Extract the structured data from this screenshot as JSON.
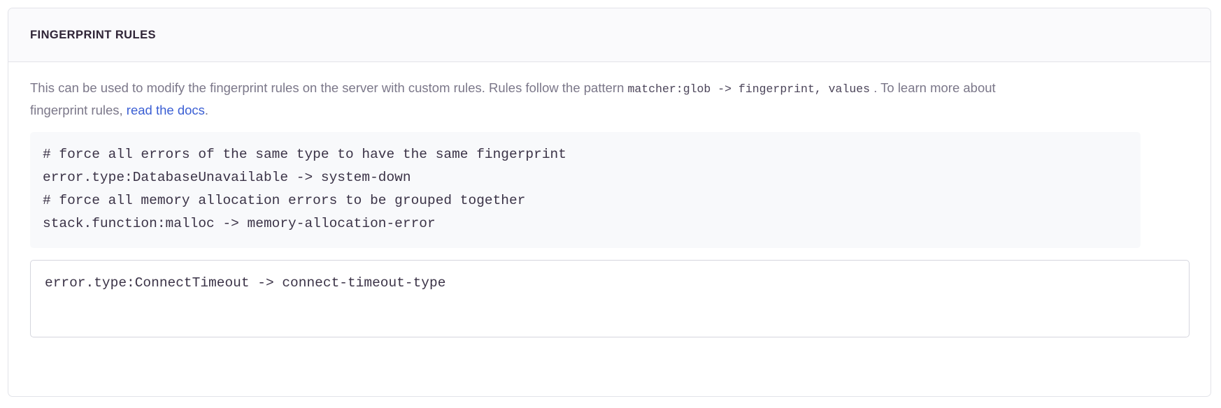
{
  "panel": {
    "title": "FINGERPRINT RULES",
    "description": {
      "part1": "This can be used to modify the fingerprint rules on the server with custom rules. Rules follow the pattern ",
      "code1": "matcher:glob -> fingerprint, values",
      "part2": " . To learn more about fingerprint rules, ",
      "link_text": "read the docs",
      "part3": "."
    },
    "example_code": {
      "lines": [
        "# force all errors of the same type to have the same fingerprint",
        "error.type:DatabaseUnavailable -> system-down",
        "# force all memory allocation errors to be grouped together",
        "stack.function:malloc -> memory-allocation-error"
      ]
    },
    "rule_input": {
      "value": "error.type:ConnectTimeout -> connect-timeout-type",
      "placeholder": "error.type:ConnectTimeout -> connect-timeout-type"
    }
  },
  "colors": {
    "panel_border": "#e2e3e9",
    "header_background": "#fafafc",
    "header_text": "#2f2436",
    "description_text": "#7b7789",
    "link": "#3b5fd4",
    "code_background": "#f8f9fb",
    "code_text": "#3b3347",
    "input_border": "#d5d6de"
  }
}
